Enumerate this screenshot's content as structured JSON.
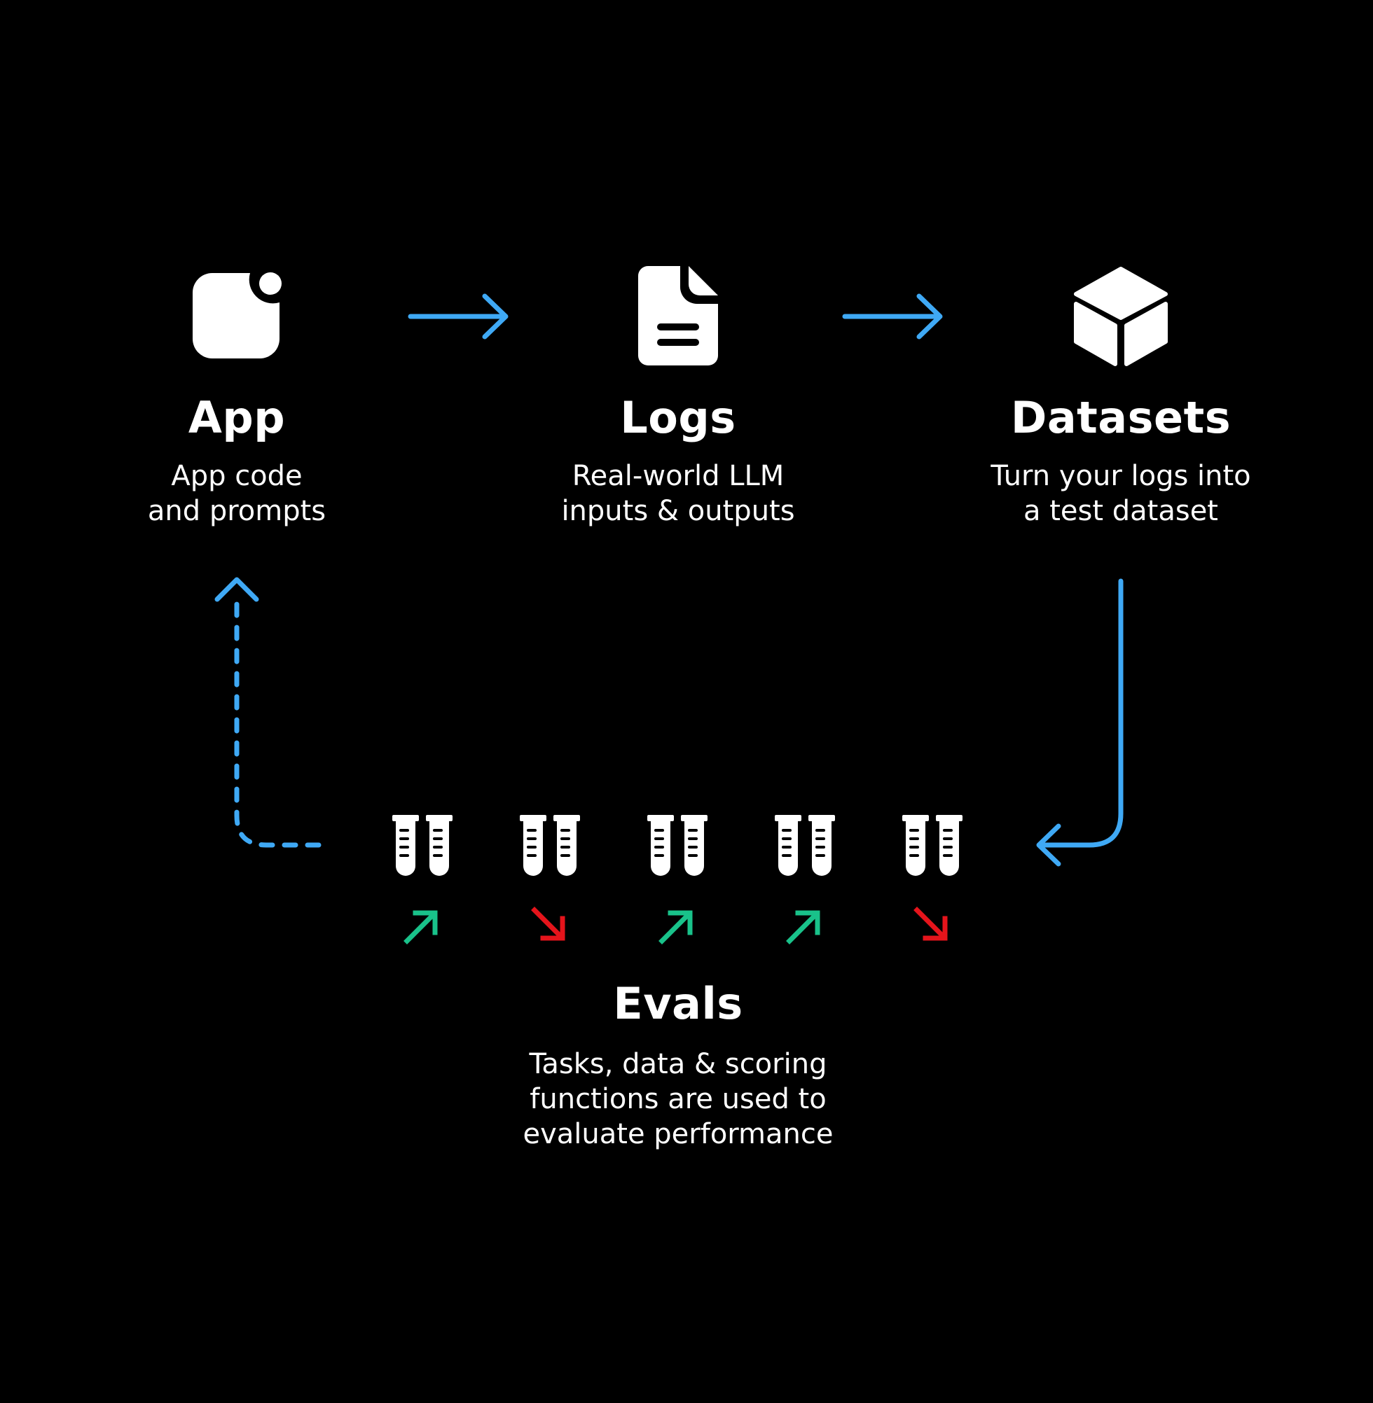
{
  "colors": {
    "background": "#000000",
    "foreground": "#ffffff",
    "connector": "#3fa9f5",
    "trend_up": "#19c28a",
    "trend_down": "#e5141b"
  },
  "nodes": {
    "app": {
      "title": "App",
      "description": "App code\nand prompts",
      "icon": "app-icon"
    },
    "logs": {
      "title": "Logs",
      "description": "Real-world LLM\ninputs & outputs",
      "icon": "document-icon"
    },
    "datasets": {
      "title": "Datasets",
      "description": "Turn your logs into\na test dataset",
      "icon": "cube-icon"
    },
    "evals": {
      "title": "Evals",
      "description": "Tasks, data & scoring\nfunctions are used to\nevaluate performance",
      "icon": "test-tubes-icon",
      "results": [
        "up",
        "down",
        "up",
        "up",
        "down"
      ]
    }
  },
  "edges": [
    {
      "from": "app",
      "to": "logs",
      "style": "solid"
    },
    {
      "from": "logs",
      "to": "datasets",
      "style": "solid"
    },
    {
      "from": "datasets",
      "to": "evals",
      "style": "solid"
    },
    {
      "from": "evals",
      "to": "app",
      "style": "dashed"
    }
  ]
}
